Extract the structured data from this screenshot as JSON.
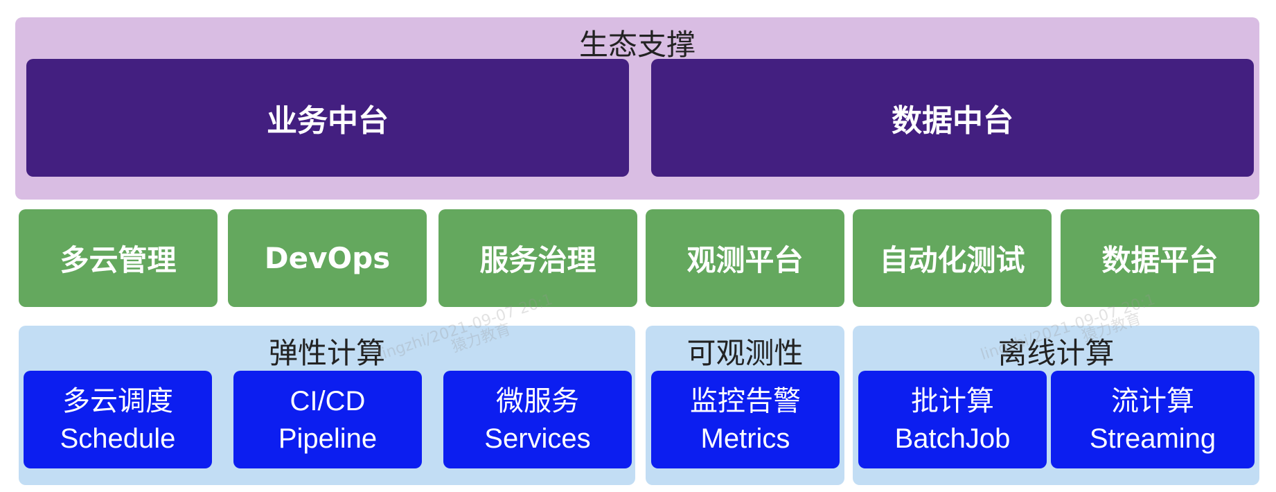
{
  "ecosystem": {
    "title": "生态支撑",
    "platforms": [
      "业务中台",
      "数据中台"
    ]
  },
  "capabilities": [
    "多云管理",
    "DevOps",
    "服务治理",
    "观测平台",
    "自动化测试",
    "数据平台"
  ],
  "groups": [
    {
      "title": "弹性计算",
      "items": [
        {
          "cn": "多云调度",
          "en": "Schedule"
        },
        {
          "cn": "CI/CD",
          "en": "Pipeline"
        },
        {
          "cn": "微服务",
          "en": "Services"
        }
      ]
    },
    {
      "title": "可观测性",
      "items": [
        {
          "cn": "监控告警",
          "en": "Metrics"
        }
      ]
    },
    {
      "title": "离线计算",
      "items": [
        {
          "cn": "批计算",
          "en": "BatchJob"
        },
        {
          "cn": "流计算",
          "en": "Streaming"
        }
      ]
    }
  ],
  "watermarks": [
    "猿力教育",
    "lingzhi/2021-09-07 20:1"
  ],
  "colors": {
    "ecosystem_bg": "#d9bde3",
    "platform": "#431f80",
    "capability": "#64a85e",
    "group_bg": "#c2ddf4",
    "item": "#0c1ef0"
  }
}
